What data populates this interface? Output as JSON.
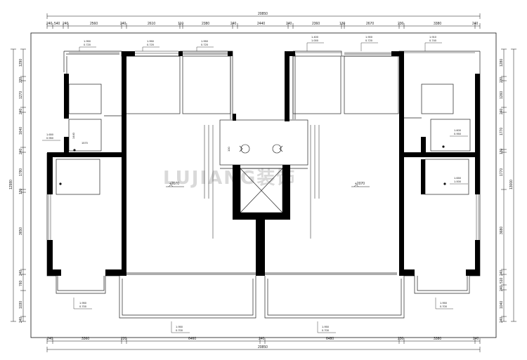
{
  "dims": {
    "overall_top": "20850",
    "overall_bottom": "20850",
    "overall_left": "12980",
    "overall_right": "13000",
    "top_row": [
      "240",
      "540",
      "240",
      "2560",
      "240",
      "2610",
      "110",
      "2380",
      "240",
      "2440",
      "240",
      "2360",
      "130",
      "2670",
      "230",
      "3380",
      "240"
    ],
    "bottom_row": [
      "240",
      "3360",
      "220",
      "6460",
      "240",
      "6480",
      "230",
      "3380",
      "240"
    ],
    "left_col": [
      "1290",
      "230",
      "1270",
      "240",
      "1640",
      "240",
      "1780",
      "130",
      "3650",
      "240",
      "760",
      "1030",
      "240"
    ],
    "right_col": [
      "1280",
      "230",
      "1260",
      "240",
      "1770",
      "130",
      "1770",
      "3680",
      "240",
      "510",
      "240",
      "1040",
      "240"
    ]
  },
  "levels": {
    "main_left": "+2070",
    "main_right": "+2070",
    "win_tl1": "1.950",
    "win_tl1b": "0.720",
    "win_tl2": "1.950",
    "win_tl2b": "0.720",
    "win_tl3": "1.950",
    "win_tl3b": "0.720",
    "win_tr1": "1.400",
    "win_tr1b": "1.000",
    "win_tr2": "1.900",
    "win_tr2b": "0.720",
    "win_tr3": "1.910",
    "win_tr3b": "0.740",
    "win_l_side": "1.650",
    "win_l_sideb": "0.950",
    "win_r_side1": "1.600",
    "win_r_side1b": "0.950",
    "win_r_side2": "1.650",
    "win_r_side2b": "1.000",
    "win_bl": "1.950",
    "win_blb": "0.700",
    "win_br": "1.950",
    "win_brb": "0.700",
    "win_bc1": "1.950",
    "win_bc1b": "0.700",
    "win_bc2": "1.950",
    "win_bc2b": "0.700",
    "dim_1570": "1570",
    "dim_1440": "1440",
    "dim_100": "100"
  },
  "watermark": "LUJIANG装饰"
}
